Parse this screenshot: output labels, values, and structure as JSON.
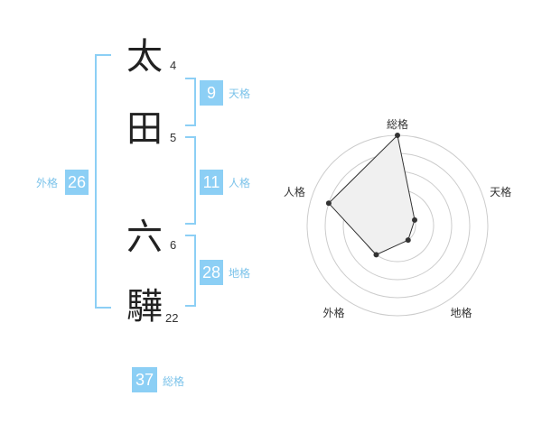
{
  "name": {
    "chars": [
      {
        "char": "太",
        "strokes": "4"
      },
      {
        "char": "田",
        "strokes": "5"
      },
      {
        "char": "六",
        "strokes": "6"
      },
      {
        "char": "驊",
        "strokes": "22"
      }
    ]
  },
  "fortunes": {
    "tenkaku": {
      "label": "天格",
      "value": "9"
    },
    "jinkaku": {
      "label": "人格",
      "value": "11"
    },
    "chikaku": {
      "label": "地格",
      "value": "28"
    },
    "gaikaku": {
      "label": "外格",
      "value": "26"
    },
    "soukaku": {
      "label": "総格",
      "value": "37"
    }
  },
  "radar": {
    "axes": [
      "総格",
      "天格",
      "地格",
      "外格",
      "人格"
    ],
    "levels": 5,
    "values": [
      5,
      1,
      1,
      2,
      4
    ],
    "max": 5,
    "colors": {
      "fill": "#f0f0f0",
      "stroke": "#333333",
      "grid": "#cccccc",
      "center": "#cccccc"
    }
  }
}
